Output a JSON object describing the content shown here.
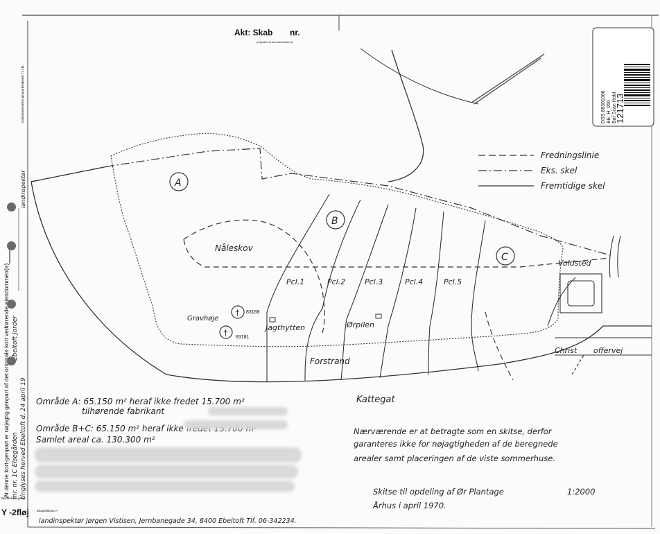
{
  "header": {
    "akt_label": "Akt: Skab",
    "nr_label": "nr.",
    "sub_label": "(udfyldes af dommerkontoret)"
  },
  "stamp": {
    "code_lines": [
      "DSS 88301086",
      "BE_H_050",
      "Bar Scan Hold"
    ],
    "number": "121713"
  },
  "legend": {
    "items": [
      {
        "label": "Fredningslinie",
        "style": "dashed"
      },
      {
        "label": "Eks. skel",
        "style": "dashdot"
      },
      {
        "label": "Fremtidige skel",
        "style": "solid"
      }
    ]
  },
  "map_labels": {
    "area_a": "A",
    "area_b": "B",
    "area_c": "C",
    "naaleskov": "Nåleskov",
    "parcels": [
      "Pcl.1",
      "Pcl.2",
      "Pcl.3",
      "Pcl.4",
      "Pcl.5"
    ],
    "gravhoje": "Gravhøje",
    "mound_1_id": "83188",
    "mound_2_id": "83181",
    "jagthytten": "Jagthytten",
    "oerpilen": "Ørpilen",
    "forstrand": "Forstrand",
    "kattegat": "Kattegat",
    "voldsted": "Voldsted",
    "road_1": "Christ",
    "road_2": "offervej"
  },
  "areas": {
    "line1": "Område A: 65.150 m² heraf ikke fredet 15.700 m²",
    "line2": "tilhørende fabrikant",
    "line3": "Område B+C: 65.150 m² heraf ikke fredet 15.700 m²",
    "line4": "Samlet areal ca. 130.300 m²"
  },
  "note": [
    "Nærværende er at betragte som en skitse, derfor",
    "garanteres ikke for nøjagtigheden af de beregnede",
    "arealer samt placeringen af de viste sommerhuse."
  ],
  "sketch": {
    "title": "Skitse til opdeling af Ør Plantage",
    "scale": "1:2000",
    "place_date": "Århus i april 1970."
  },
  "footer": {
    "surveyor": "landinspektør Jørgen Vistisen, Jernbanegade 34, 8400 Ebeltoft Tlf. 06-342234.",
    "left_tag": "Y -2fløj",
    "tiny_text": "Ekspeditions-A",
    "stamp_small": "Beståelses-gebyr"
  },
  "margin": {
    "main_text": "At denne kort-genpart er nøjagtig genpart af det originale kort vedrørende ejendommen(e)",
    "line_mr": "mr. nr. 1C Elsegården",
    "line_ejerlav": "Ebeltoft Jorder",
    "line_tinglyst": "tinglyses herved Ebeltoft d. 24 april 19",
    "top_text": "Justitsministeriets geoparkshjemlet 71 Lkt.",
    "right_line": "landinspektør"
  }
}
